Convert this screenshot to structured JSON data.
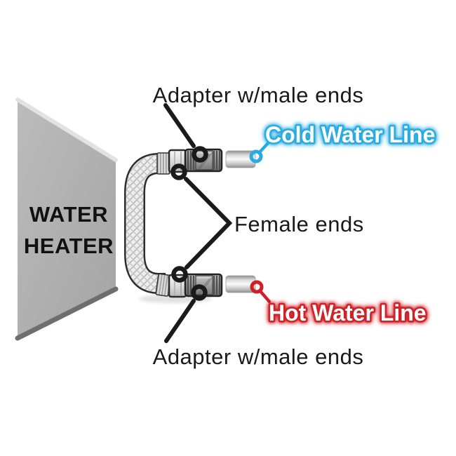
{
  "diagram": {
    "water_heater": {
      "line1": "WATER",
      "line2": "HEATER"
    },
    "labels": {
      "adapter_top": "Adapter w/male ends",
      "cold_water_line": "Cold Water Line",
      "female_ends": "Female ends",
      "hot_water_line": "Hot Water Line",
      "adapter_bottom": "Adapter w/male ends"
    },
    "colors": {
      "cold_blue": "#29ABE2",
      "hot_red": "#CE2127",
      "callout_black": "#1A1A1A",
      "panel_gray": "#ABABAB"
    }
  }
}
